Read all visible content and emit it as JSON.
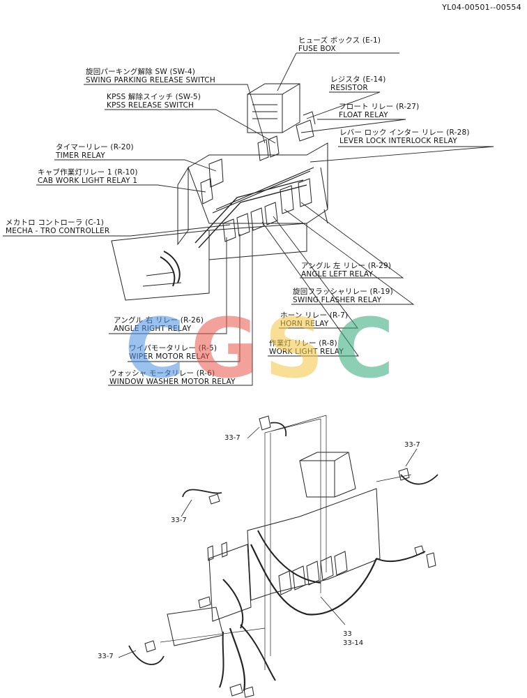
{
  "doc_id": "YL04-00501--00554",
  "watermark": {
    "letters": [
      "C",
      "G",
      "S",
      "C"
    ],
    "colors": [
      "#4a90e2",
      "#e8564a",
      "#f3c640",
      "#2fa877"
    ]
  },
  "upper_labels": [
    {
      "id": "fuse-box",
      "jp": "ヒューズ ボックス (E-1)",
      "en": "FUSE BOX"
    },
    {
      "id": "swing-parking-release-switch",
      "jp": "旋回パーキング解除 SW (SW-4)",
      "en": "SWING PARKING RELEASE SWITCH"
    },
    {
      "id": "resistor",
      "jp": "レジスタ (E-14)",
      "en": "RESISTOR"
    },
    {
      "id": "kpss-release-switch",
      "jp": "KPSS 解除スイッチ (SW-5)",
      "en": "KPSS RELEASE SWITCH"
    },
    {
      "id": "float-relay",
      "jp": "フロート リレー (R-27)",
      "en": "FLOAT RELAY"
    },
    {
      "id": "lever-lock-interlock-relay",
      "jp": "レバー ロック インター リレー (R-28)",
      "en": "LEVER LOCK INTERLOCK RELAY"
    },
    {
      "id": "timer-relay",
      "jp": "タイマーリレー (R-20)",
      "en": "TIMER RELAY"
    },
    {
      "id": "cab-work-light-relay",
      "jp": "キャブ作業灯リレー 1 (R-10)",
      "en": "CAB WORK LIGHT RELAY 1"
    },
    {
      "id": "mecha-tro-controller",
      "jp": "メカトロ コントローラ (C-1)",
      "en": "MECHA - TRO CONTROLLER"
    },
    {
      "id": "angle-left-relay",
      "jp": "アングル 左 リレー (R-29)",
      "en": "ANGLE LEFT RELAY"
    },
    {
      "id": "swing-flasher-relay",
      "jp": "旋回フラッシャリレー (R-19)",
      "en": "SWING FLASHER RELAY"
    },
    {
      "id": "horn-relay",
      "jp": "ホーン リレー (R-7)",
      "en": "HORN RELAY"
    },
    {
      "id": "angle-right-relay",
      "jp": "アングル 右 リレー (R-26)",
      "en": "ANGLE RIGHT RELAY"
    },
    {
      "id": "work-light-relay",
      "jp": "作業灯 リレー (R-8)",
      "en": "WORK LIGHT RELAY"
    },
    {
      "id": "wiper-motor-relay",
      "jp": "ワイパモータリレー (R-5)",
      "en": "WIPER MOTOR RELAY"
    },
    {
      "id": "window-washer-motor-relay",
      "jp": "ウォッシャ モータリレー (R-6)",
      "en": "WINDOW WASHER MOTOR RELAY"
    }
  ],
  "part_numbers": {
    "top": "33-7",
    "right": "33-7",
    "left": "33-7",
    "bottom_left": "33-7",
    "harness": "33",
    "harness_sub": "33-14"
  }
}
